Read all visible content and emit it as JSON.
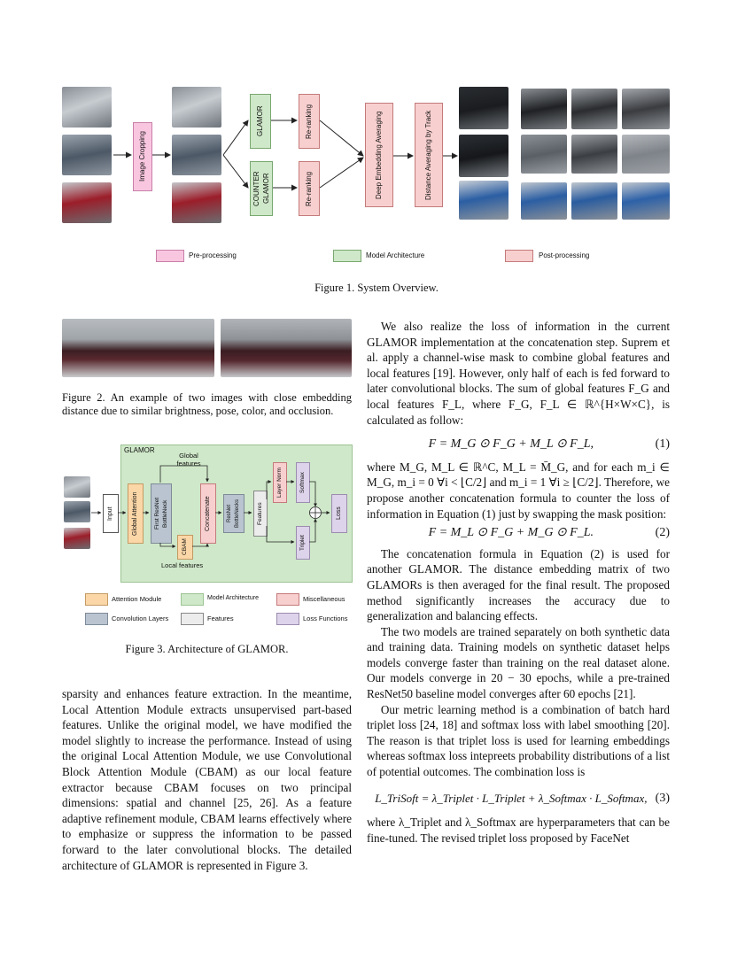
{
  "figure1": {
    "caption": "Figure 1. System Overview.",
    "boxes": {
      "image_cropping": "Image Cropping",
      "glamor": "GLAMOR",
      "counter_glamor": "COUNTER GLAMOR",
      "reranking_top": "Re-ranking",
      "reranking_bottom": "Re-ranking",
      "deep_embedding": "Deep Embedding Averaging",
      "distance_averaging": "Distance Averaging by Track"
    },
    "legend": [
      "Pre-processing",
      "Model Architecture",
      "Post-processing"
    ],
    "colors": {
      "pink": "#f9c6e0",
      "green": "#cfe8c9",
      "red": "#f8cfcf",
      "purple": "#ddd3ea",
      "orange": "#fbd7a8",
      "slate": "#b9c4d0",
      "gray": "#ececec"
    }
  },
  "figure2": {
    "caption": "Figure 2. An example of two images with close embedding distance due to similar brightness, pose, color, and occlusion."
  },
  "figure3": {
    "caption": "Figure 3. Architecture of GLAMOR.",
    "title": "GLAMOR",
    "global_features": "Global features",
    "local_features": "Local features",
    "blocks": {
      "input": "Input",
      "global_attention": "Global Attention",
      "first_resnet": "First ResNet BottleNeck",
      "cbam": "CBAM",
      "concatenate": "Concatenate",
      "resnet_bottlenecks": "ResNet BottleNecks",
      "features": "Features",
      "layer_norm": "Layer Norm",
      "softmax": "Softmax",
      "triplet": "Triplet",
      "loss": "Loss"
    },
    "legend": [
      "Attention Module",
      "Model Architecture",
      "Miscellaneous",
      "Convolution Layers",
      "Features",
      "Loss Functions"
    ]
  },
  "left_col": {
    "p1": "sparsity and enhances feature extraction. In the meantime, Local Attention Module extracts unsupervised part-based features. Unlike the original model, we have modified the model slightly to increase the performance. Instead of using the original Local Attention Module, we use Convolutional Block Attention Module (CBAM) as our local feature extractor because CBAM focuses on two principal dimensions: spatial and channel [25, 26]. As a feature adaptive refinement module, CBAM learns effectively where to emphasize or suppress the information to be passed forward to the later convolutional blocks. The detailed architecture of GLAMOR is represented in Figure 3."
  },
  "right_col": {
    "p1": "We also realize the loss of information in the current GLAMOR implementation at the concatenation step. Suprem et al. apply a channel-wise mask to combine global features and local features [19]. However, only half of each is fed forward to later convolutional blocks. The sum of global features F_G and local features F_L, where F_G, F_L ∈ ℝ^{H×W×C}, is calculated as follow:",
    "eq1": "F = M_G ⊙ F_G + M_L ⊙ F_L,",
    "eq1_num": "(1)",
    "p2": "where M_G, M_L ∈ ℝ^C, M_L = M̄_G, and for each m_i ∈ M_G, m_i = 0 ∀i < ⌊C/2⌋ and m_i = 1 ∀i ≥ ⌊C/2⌋. Therefore, we propose another concatenation formula to counter the loss of information in Equation (1) just by swapping the mask position:",
    "eq2": "F = M_L ⊙ F_G + M_G ⊙ F_L.",
    "eq2_num": "(2)",
    "p3": "The concatenation formula in Equation (2) is used for another GLAMOR. The distance embedding matrix of two GLAMORs is then averaged for the final result. The proposed method significantly increases the accuracy due to generalization and balancing effects.",
    "p4": "The two models are trained separately on both synthetic data and training data. Training models on synthetic dataset helps models converge faster than training on the real dataset alone. Our models converge in 20 − 30 epochs, while a pre-trained ResNet50 baseline model converges after 60 epochs [21].",
    "p5": "Our metric learning method is a combination of batch hard triplet loss [24, 18] and softmax loss with label smoothing [20]. The reason is that triplet loss is used for learning embeddings whereas softmax loss intepreets probability distributions of a list of potential outcomes. The combination loss is",
    "eq3": "L_TriSoft = λ_Triplet · L_Triplet + λ_Softmax · L_Softmax,",
    "eq3_num": "(3)",
    "p6": "where λ_Triplet and λ_Softmax are hyperparameters that can be fine-tuned. The revised triplet loss proposed by FaceNet"
  }
}
